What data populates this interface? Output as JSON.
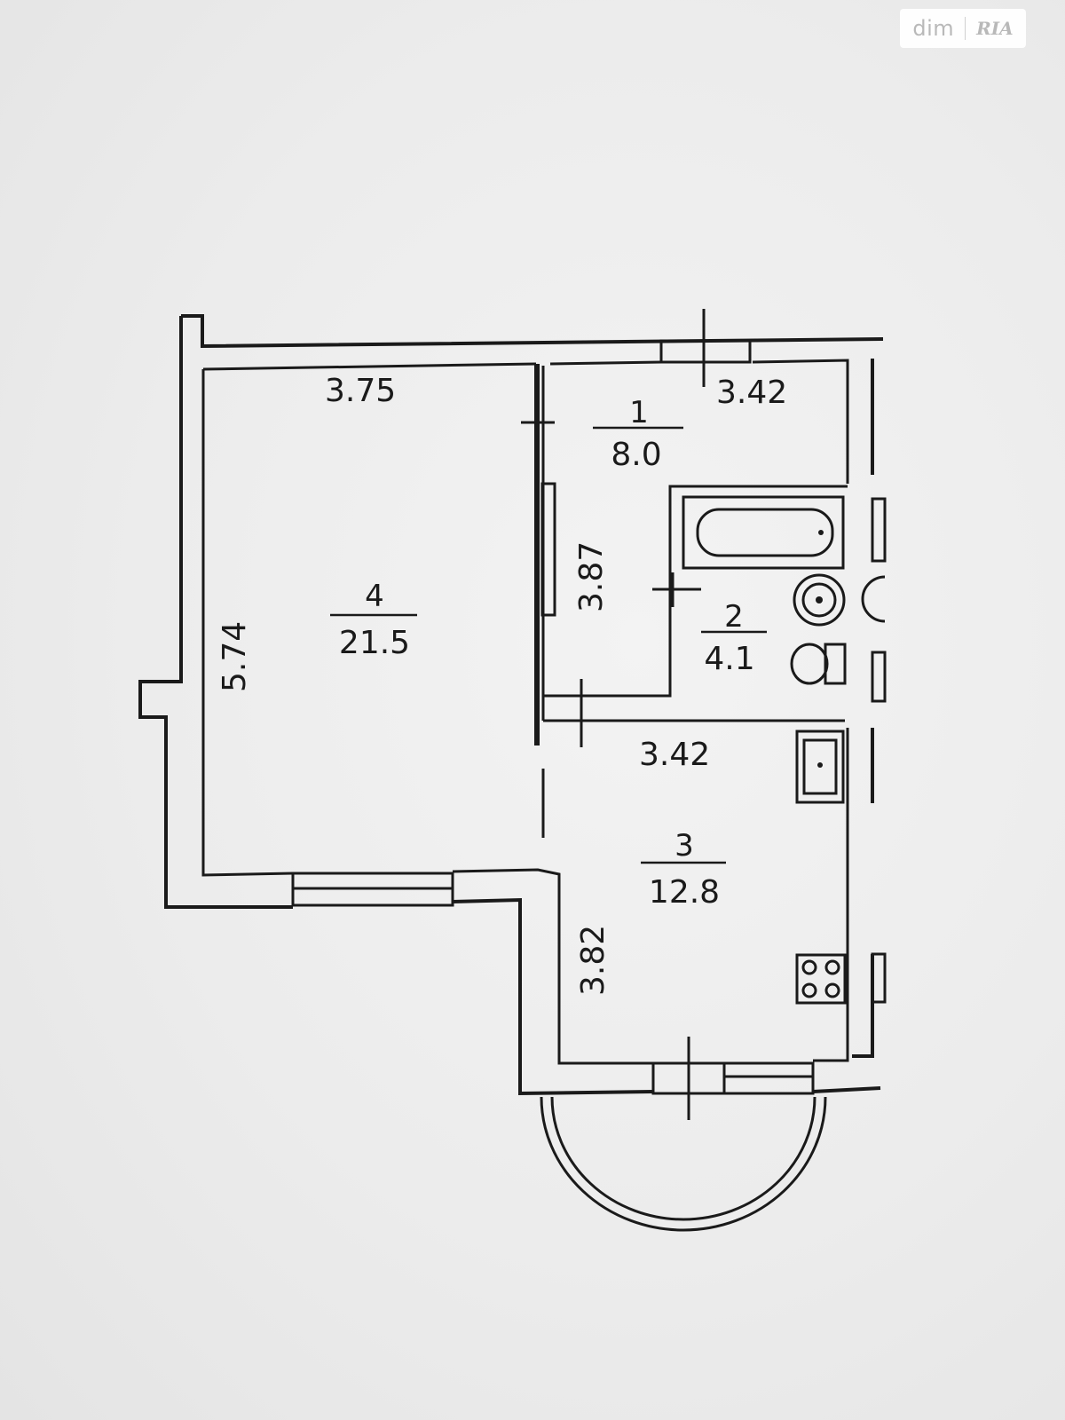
{
  "watermark": {
    "part1": "dim",
    "part2": "RIA"
  },
  "rooms": [
    {
      "number": "4",
      "area": "21.5"
    },
    {
      "number": "1",
      "area": "8.0"
    },
    {
      "number": "2",
      "area": "4.1"
    },
    {
      "number": "3",
      "area": "12.8"
    }
  ],
  "dimensions": {
    "room4_width": "3.75",
    "room4_length": "5.74",
    "room1_width": "3.42",
    "room1_length": "3.87",
    "room3_width": "3.42",
    "room3_length": "3.82"
  }
}
